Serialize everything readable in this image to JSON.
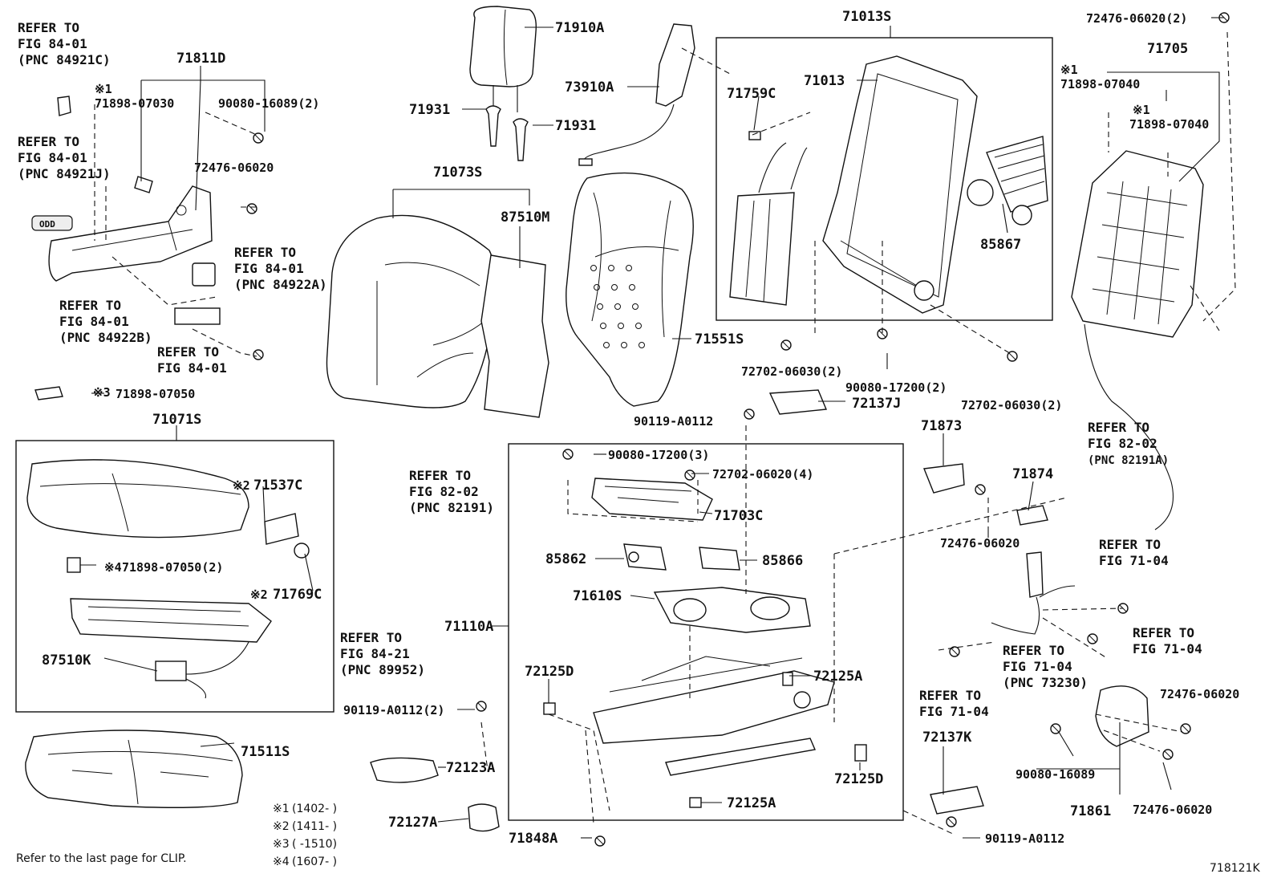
{
  "labels": {
    "p71910A": "71910A",
    "p73910A": "73910A",
    "p71931a": "71931",
    "p71931b": "71931",
    "p71013S": "71013S",
    "p71013": "71013",
    "p71759C": "71759C",
    "p85867": "85867",
    "p72476_06020_2": "72476-06020(2)",
    "p71705": "71705",
    "p71898_07040a": "71898-07040",
    "p71898_07040b": "71898-07040",
    "p71811D": "71811D",
    "p71898_07030": "71898-07030",
    "p90080_16089_2": "90080-16089(2)",
    "p72476_06020a": "72476-06020",
    "p71073S": "71073S",
    "p87510M": "87510M",
    "p71551S": "71551S",
    "p72702_06030_2a": "72702-06030(2)",
    "p90080_17200_2": "90080-17200(2)",
    "p72702_06030_2b": "72702-06030(2)",
    "p72137J": "72137J",
    "p90119_A0112a": "90119-A0112",
    "p71898_07050": "71898-07050",
    "p71071S": "71071S",
    "p71537C": "71537C",
    "p71898_07050_2": "71898-07050(2)",
    "p71769C": "71769C",
    "p87510K": "87510K",
    "p90080_17200_3": "90080-17200(3)",
    "p72702_06020_4": "72702-06020(4)",
    "p71703C": "71703C",
    "p85862": "85862",
    "p85866": "85866",
    "p71610S": "71610S",
    "p71110A": "71110A",
    "p72125D_a": "72125D",
    "p72125A_a": "72125A",
    "p90119_A0112_2": "90119-A0112(2)",
    "p72123A": "72123A",
    "p72127A": "72127A",
    "p71848A": "71848A",
    "p72125A_b": "72125A",
    "p72125D_b": "72125D",
    "p71873": "71873",
    "p71874": "71874",
    "p72476_06020b": "72476-06020",
    "p72137K": "72137K",
    "p90080_16089": "90080-16089",
    "p71861": "71861",
    "p72476_06020c": "72476-06020",
    "p72476_06020d": "72476-06020",
    "p90119_A0112b": "90119-A0112",
    "p71511S": "71511S"
  },
  "marks": {
    "m1": "※1",
    "m2": "※2",
    "m3": "※3",
    "m4": "※4"
  },
  "refs": {
    "r1": [
      "REFER TO",
      "FIG 84-01",
      "(PNC 84921C)"
    ],
    "r2": [
      "REFER TO",
      "FIG 84-01",
      "(PNC 84921J)"
    ],
    "r3": [
      "REFER TO",
      "FIG 84-01",
      "(PNC 84922A)"
    ],
    "r4": [
      "REFER TO",
      "FIG 84-01",
      "(PNC 84922B)"
    ],
    "r5": [
      "REFER TO",
      "FIG 84-01"
    ],
    "r6": [
      "REFER TO",
      "FIG 82-02",
      "(PNC 82191)"
    ],
    "r7": [
      "REFER TO",
      "FIG 84-21",
      "(PNC 89952)"
    ],
    "r8": [
      "REFER TO",
      "FIG 82-02",
      "(PNC 82191A)"
    ],
    "r9": [
      "REFER TO",
      "FIG 71-04"
    ],
    "r10": [
      "REFER TO",
      "FIG 71-04"
    ],
    "r11": [
      "REFER TO",
      "FIG 71-04",
      "(PNC 73230)"
    ],
    "r12": [
      "REFER TO",
      "FIG 71-04"
    ]
  },
  "legend": [
    {
      "mark": "※1",
      "text": "(1402-     )"
    },
    {
      "mark": "※2",
      "text": "(1411-     )"
    },
    {
      "mark": "※3",
      "text": "(     -1510)"
    },
    {
      "mark": "※4",
      "text": "(1607-     )"
    }
  ],
  "footer": {
    "clip_note": "Refer to the last page for CLIP.",
    "figure_code": "718121K"
  },
  "badge_text": "ODD"
}
